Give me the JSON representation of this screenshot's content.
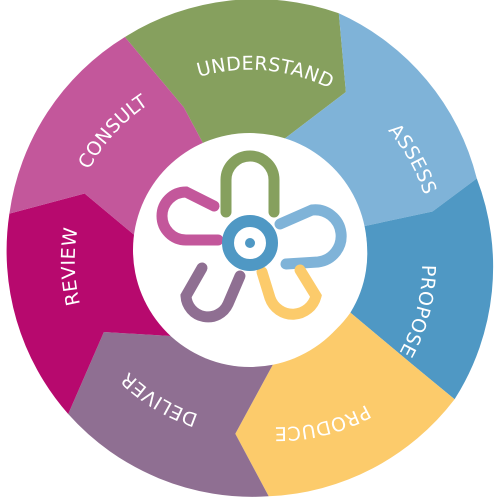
{
  "diagram": {
    "segments": [
      {
        "label": "UNDERSTAND",
        "color": "#86a05e"
      },
      {
        "label": "ASSESS",
        "color": "#7fb3d8"
      },
      {
        "label": "PROPOSE",
        "color": "#4f98c4"
      },
      {
        "label": "PRODUCE",
        "color": "#fccb6b"
      },
      {
        "label": "DELIVER",
        "color": "#8f6f92"
      },
      {
        "label": "REVIEW",
        "color": "#b7096e"
      },
      {
        "label": "CONSULT",
        "color": "#c3579b"
      }
    ],
    "center_background": "#ffffff",
    "logo": {
      "hub_color": "#4f98c4",
      "petal_colors": [
        "#86a05e",
        "#7fb3d8",
        "#fccb6b",
        "#8f6f92",
        "#c3579b"
      ]
    }
  }
}
